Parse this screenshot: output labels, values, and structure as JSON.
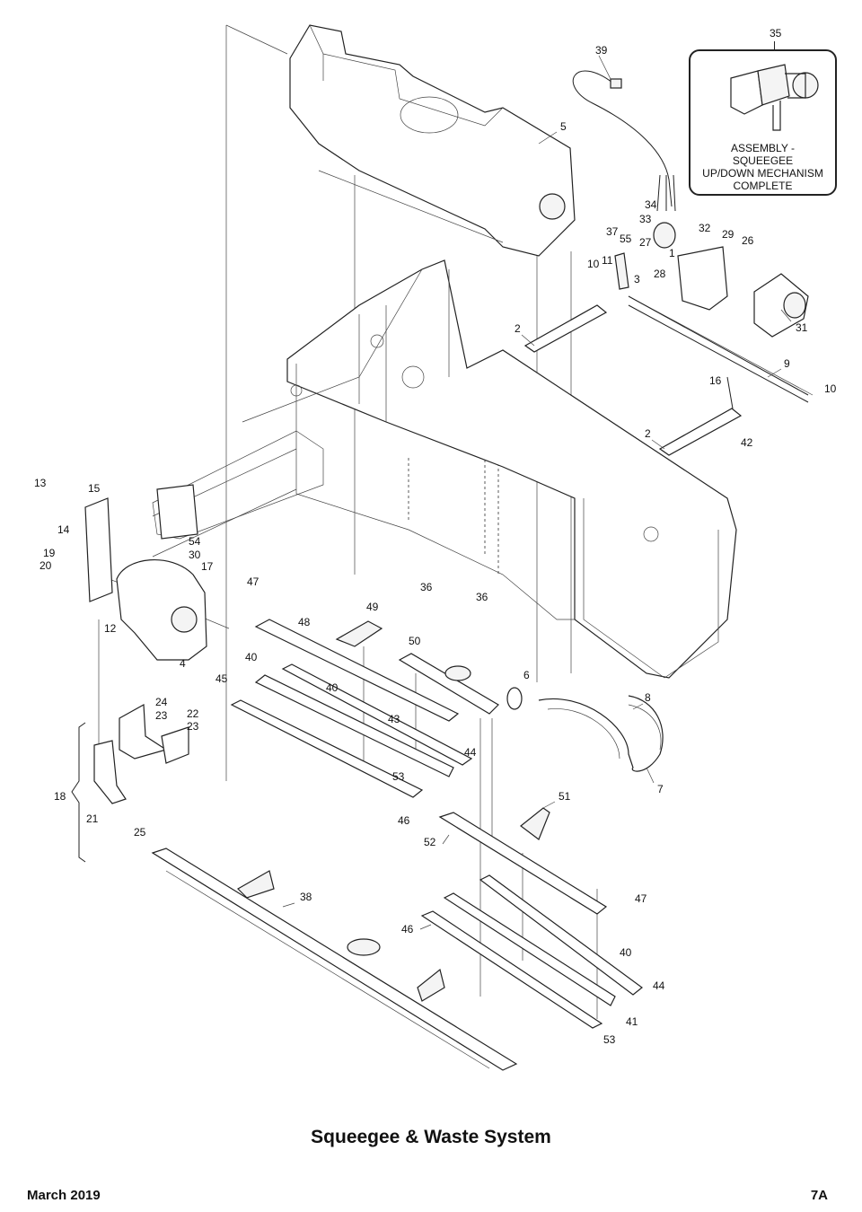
{
  "caption": "Squeegee & Waste System",
  "footer": {
    "date": "March 2019",
    "page": "7A"
  },
  "inset": {
    "number": "35",
    "lines": [
      "ASSEMBLY -",
      "SQUEEGEE",
      "UP/DOWN MECHANISM",
      "COMPLETE"
    ]
  },
  "callouts": {
    "c39": "39",
    "c35": "35",
    "c5": "5",
    "c34": "34",
    "c33": "33",
    "c37": "37",
    "c55": "55",
    "c27": "27",
    "c32": "32",
    "c29": "29",
    "c26": "26",
    "c1": "1",
    "c28": "28",
    "c10a": "10",
    "c11": "11",
    "c3": "3",
    "c31": "31",
    "c2a": "2",
    "c9": "9",
    "c16": "16",
    "c10b": "10",
    "c2b": "2",
    "c42": "42",
    "c13": "13",
    "c15": "15",
    "c14": "14",
    "c54": "54",
    "c30": "30",
    "c17": "17",
    "c19": "19",
    "c20": "20",
    "c36a": "36",
    "c36b": "36",
    "c12": "12",
    "c47a": "47",
    "c49": "49",
    "c48": "48",
    "c40a": "40",
    "c50": "50",
    "c6": "6",
    "c8": "8",
    "c45": "45",
    "c40b": "40",
    "c4": "4",
    "c24": "24",
    "c23a": "23",
    "c22": "22",
    "c23b": "23",
    "c43": "43",
    "c44a": "44",
    "c53a": "53",
    "c7": "7",
    "c18": "18",
    "c46a": "46",
    "c21": "21",
    "c51": "51",
    "c25": "25",
    "c52": "52",
    "c47b": "47",
    "c38": "38",
    "c46b": "46",
    "c40c": "40",
    "c44b": "44",
    "c41": "41",
    "c53b": "53"
  }
}
